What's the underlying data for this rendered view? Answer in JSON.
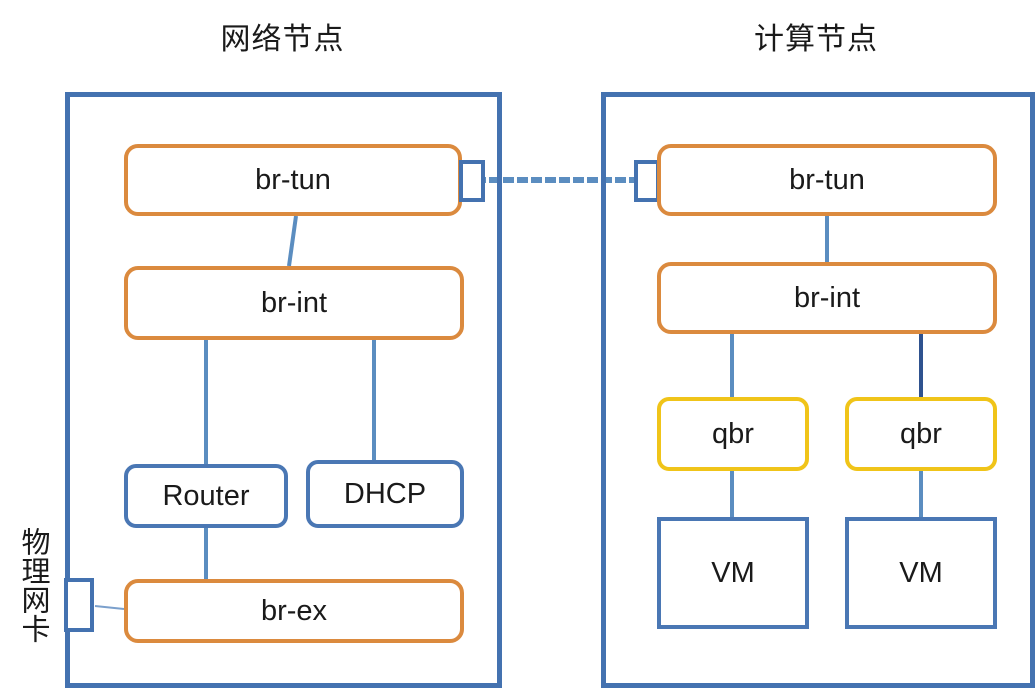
{
  "diagram": {
    "title_left": "网络节点",
    "title_right": "计算节点",
    "vertical_label": "物理网卡",
    "colors": {
      "bridge_orange": "#DB8A3E",
      "container_blue": "#4472B0",
      "box_blue": "#4A77B4",
      "qbr_yellow": "#F0C419",
      "link_steel": "#5B8DC0",
      "link_navy": "#2F528F",
      "background": "#FFFFFF"
    },
    "network_node": {
      "boxes": {
        "br_tun": "br-tun",
        "br_int": "br-int",
        "router": "Router",
        "dhcp": "DHCP",
        "br_ex": "br-ex"
      }
    },
    "compute_node": {
      "boxes": {
        "br_tun": "br-tun",
        "br_int": "br-int",
        "qbr_left": "qbr",
        "qbr_right": "qbr",
        "vm_left": "VM",
        "vm_right": "VM"
      }
    },
    "connections": {
      "tunnel_link_style": "dotted",
      "tunnel_link_label": ""
    }
  }
}
